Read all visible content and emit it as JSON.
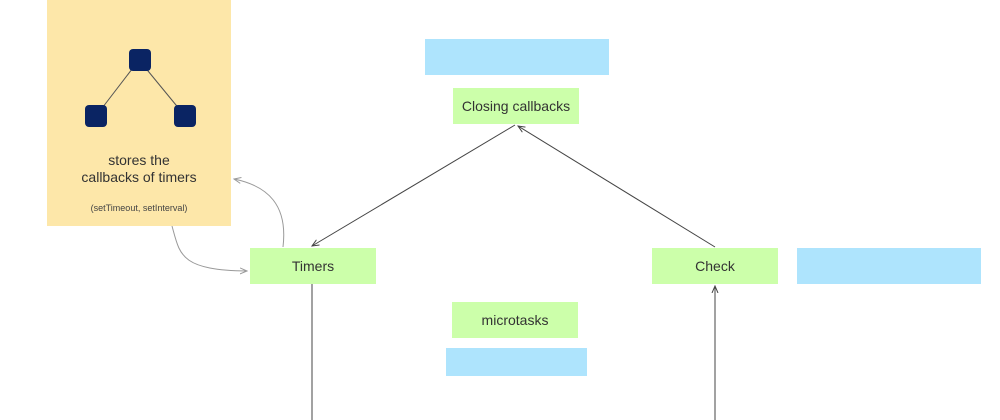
{
  "diagram": {
    "nodes": {
      "closing_callbacks": "Closing callbacks",
      "timers": "Timers",
      "check": "Check",
      "microtasks": "microtasks"
    },
    "note": {
      "title_line1": "stores the",
      "title_line2": "callbacks of timers",
      "subtitle": "(setTimeout, setInterval)",
      "icon": "hierarchy-icon"
    },
    "colors": {
      "phase_box": "#ccffaa",
      "placeholder_box": "#aee4fd",
      "note_background": "#fde7a9",
      "icon_fill": "#0a2463"
    }
  }
}
